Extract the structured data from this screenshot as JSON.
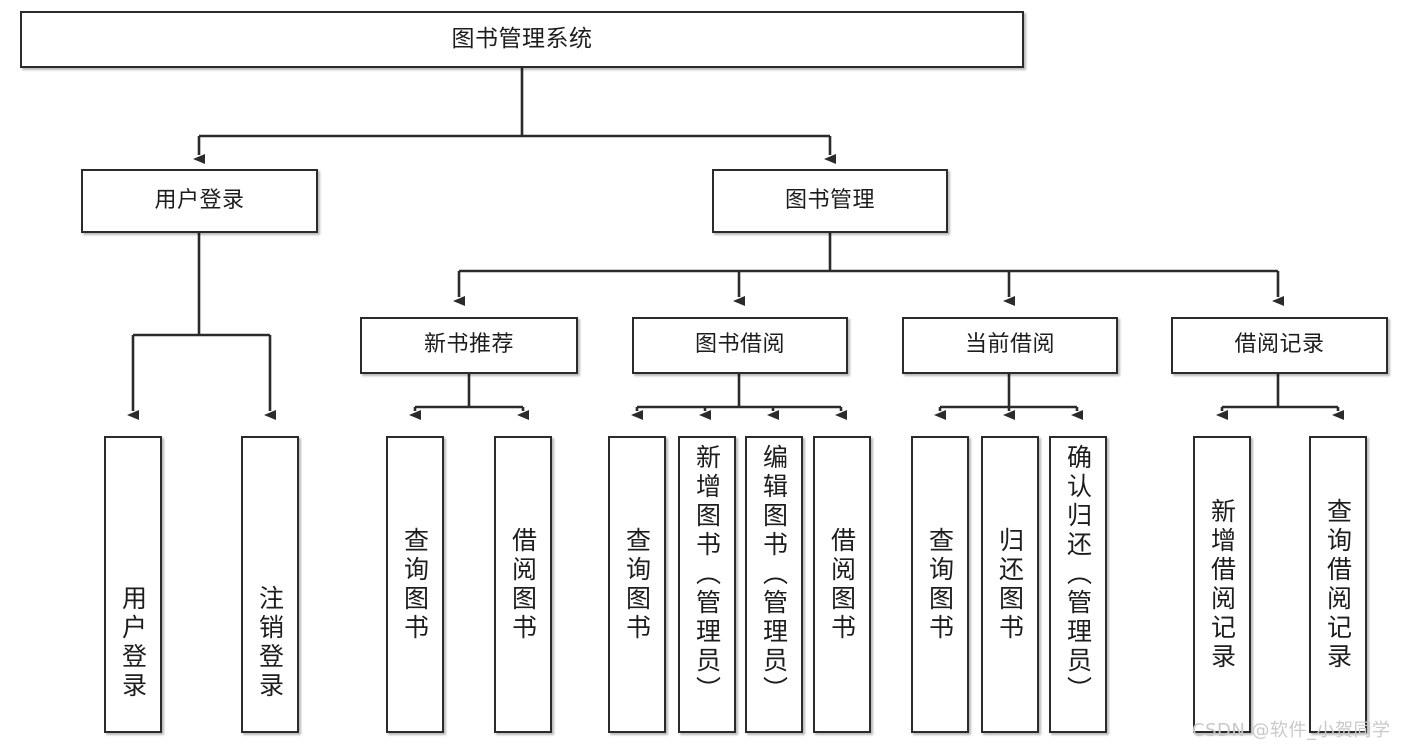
{
  "diagram": {
    "type": "tree-hierarchy",
    "title": "图书管理系统",
    "watermark": "CSDN @软件_小贺同学",
    "colors": {
      "box_border": "#2b2b2b",
      "box_fill": "#ffffff",
      "connector": "#2b2b2b",
      "text": "#1d1d1d",
      "watermark": "#c9c9c9"
    },
    "nodes": {
      "root": {
        "label": "图书管理系统"
      },
      "level2": [
        {
          "label": "用户登录"
        },
        {
          "label": "图书管理"
        }
      ],
      "level3": [
        {
          "label": "新书推荐"
        },
        {
          "label": "图书借阅"
        },
        {
          "label": "当前借阅"
        },
        {
          "label": "借阅记录"
        }
      ],
      "leaves": {
        "user_login": [
          {
            "label": "用户登录"
          },
          {
            "label": "注销登录"
          }
        ],
        "new_book_recommend": [
          {
            "label": "查询图书"
          },
          {
            "label": "借阅图书"
          }
        ],
        "book_borrow": [
          {
            "label": "查询图书"
          },
          {
            "label": "新增图书（管理员）"
          },
          {
            "label": "编辑图书（管理员）"
          },
          {
            "label": "借阅图书"
          }
        ],
        "current_borrow": [
          {
            "label": "查询图书"
          },
          {
            "label": "归还图书"
          },
          {
            "label": "确认归还（管理员）"
          }
        ],
        "borrow_record": [
          {
            "label": "新增借阅记录"
          },
          {
            "label": "查询借阅记录"
          }
        ]
      }
    }
  }
}
